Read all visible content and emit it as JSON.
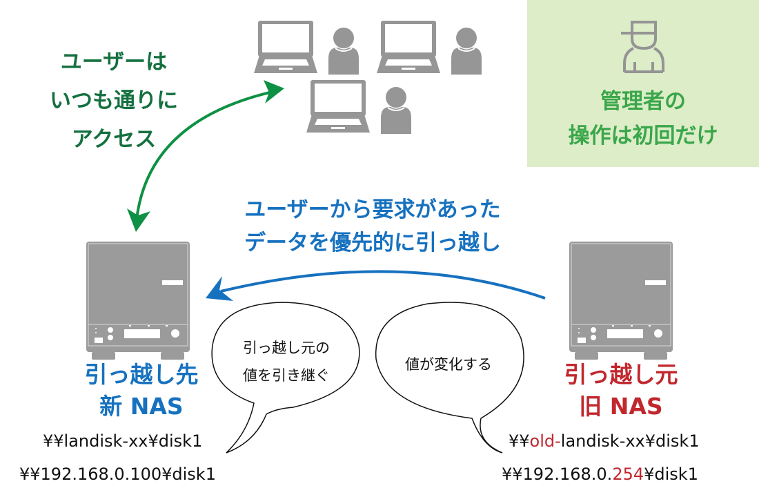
{
  "colors": {
    "user_green": "#14703f",
    "arrow_green": "#0e9144",
    "admin_green": "#3aa64a",
    "admin_bg": "#dcedc8",
    "blue": "#1671bf",
    "red": "#c1272d",
    "icon_gray": "#969696"
  },
  "user_access": {
    "lines": [
      "ユーザーは",
      "いつも通りに",
      "アクセス"
    ]
  },
  "admin": {
    "icon": "admin-person-icon",
    "lines": [
      "管理者の",
      "操作は初回だけ"
    ]
  },
  "clients": {
    "icons": [
      "laptop-icon",
      "person-icon",
      "laptop-icon",
      "person-icon",
      "laptop-icon",
      "person-icon"
    ]
  },
  "migration": {
    "lines": [
      "ユーザーから要求があった",
      "データを優先的に引っ越し"
    ]
  },
  "new_nas": {
    "icon": "nas-device-icon",
    "label_lines": [
      "引っ越し先",
      "新 NAS"
    ],
    "path_hostname": "¥¥landisk-xx¥disk1",
    "path_ip": "¥¥192.168.0.100¥disk1"
  },
  "old_nas": {
    "icon": "nas-device-icon",
    "label_lines": [
      "引っ越し元",
      "旧 NAS"
    ],
    "path_hostname_prefix": "¥¥",
    "path_hostname_highlight": "old-",
    "path_hostname_suffix": "landisk-xx¥disk1",
    "path_ip_prefix": "¥¥192.168.0.",
    "path_ip_highlight": "254",
    "path_ip_suffix": "¥disk1"
  },
  "bubbles": {
    "inherit": [
      "引っ越し元の",
      "値を引き継ぐ"
    ],
    "changes": [
      "値が変化する"
    ]
  }
}
